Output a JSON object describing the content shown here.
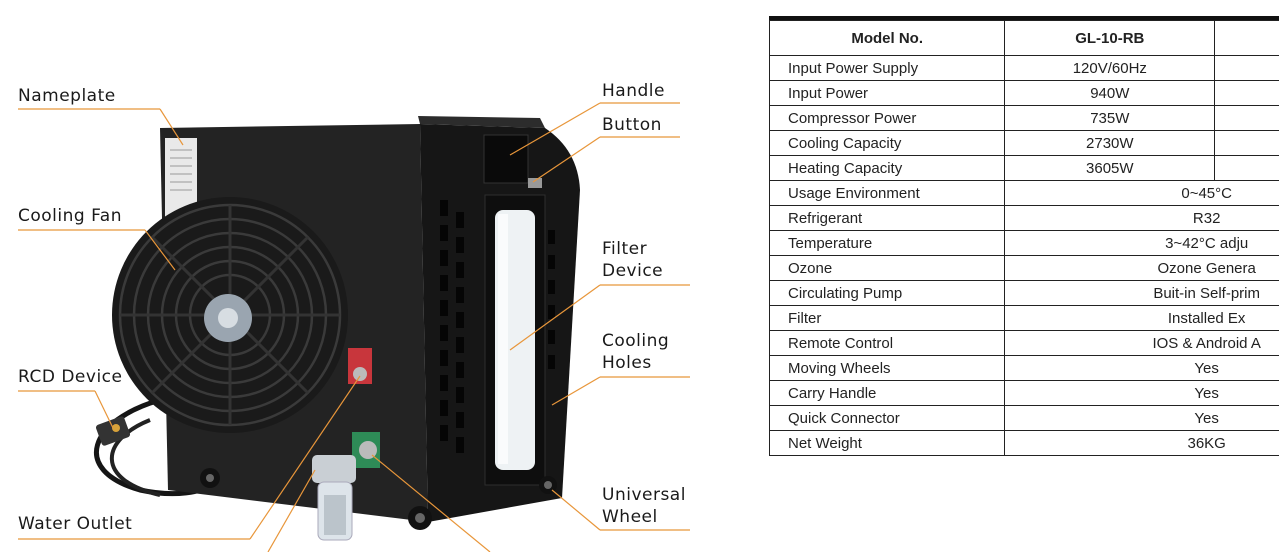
{
  "callouts": {
    "nameplate": "Nameplate",
    "cooling_fan": "Cooling Fan",
    "rcd_device": "RCD Device",
    "water_outlet": "Water Outlet",
    "handle": "Handle",
    "button": "Button",
    "filter_device": "Filter\nDevice",
    "cooling_holes": "Cooling\nHoles",
    "universal_wheel": "Universal\nWheel"
  },
  "spec": {
    "header": {
      "label": "Model No.",
      "model": "GL-10-RB"
    },
    "rows": [
      {
        "label": "Input Power Supply",
        "value": "120V/60Hz"
      },
      {
        "label": "Input Power",
        "value": "940W"
      },
      {
        "label": "Compressor Power",
        "value": "735W"
      },
      {
        "label": "Cooling Capacity",
        "value": "2730W"
      },
      {
        "label": "Heating Capacity",
        "value": "3605W"
      },
      {
        "label": "Usage Environment",
        "value": "0~45°C"
      },
      {
        "label": "Refrigerant",
        "value": "R32"
      },
      {
        "label": "Temperature",
        "value": "3~42°C adju"
      },
      {
        "label": "Ozone",
        "value": "Ozone Genera"
      },
      {
        "label": "Circulating Pump",
        "value": "Buit-in Self-prim"
      },
      {
        "label": "Filter",
        "value": "Installed Ex"
      },
      {
        "label": "Remote Control",
        "value": "IOS & Android A"
      },
      {
        "label": "Moving Wheels",
        "value": "Yes"
      },
      {
        "label": "Carry Handle",
        "value": "Yes"
      },
      {
        "label": "Quick Connector",
        "value": "Yes"
      },
      {
        "label": "Net Weight",
        "value": "36KG"
      }
    ]
  },
  "colors": {
    "leader": "#e8963a",
    "body": "#1e1e1e"
  }
}
